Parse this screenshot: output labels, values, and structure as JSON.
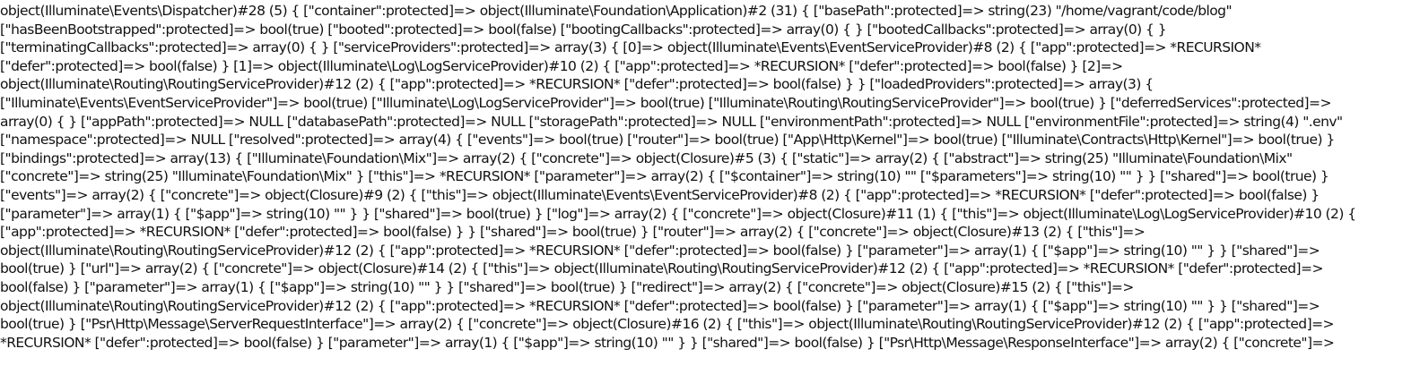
{
  "dump": {
    "lines": [
      "object(Illuminate\\Events\\Dispatcher)#28 (5) { [\"container\":protected]=> object(Illuminate\\Foundation\\Application)#2 (31) { [\"basePath\":protected]=> string(23) \"/home/vagrant/code/blog\"",
      "[\"hasBeenBootstrapped\":protected]=> bool(true) [\"booted\":protected]=> bool(false) [\"bootingCallbacks\":protected]=> array(0) { } [\"bootedCallbacks\":protected]=> array(0) { }",
      "[\"terminatingCallbacks\":protected]=> array(0) { } [\"serviceProviders\":protected]=> array(3) { [0]=> object(Illuminate\\Events\\EventServiceProvider)#8 (2) { [\"app\":protected]=> *RECURSION*",
      "[\"defer\":protected]=> bool(false) } [1]=> object(Illuminate\\Log\\LogServiceProvider)#10 (2) { [\"app\":protected]=> *RECURSION* [\"defer\":protected]=> bool(false) } [2]=>",
      "object(Illuminate\\Routing\\RoutingServiceProvider)#12 (2) { [\"app\":protected]=> *RECURSION* [\"defer\":protected]=> bool(false) } } [\"loadedProviders\":protected]=> array(3) {",
      "[\"Illuminate\\Events\\EventServiceProvider\"]=> bool(true) [\"Illuminate\\Log\\LogServiceProvider\"]=> bool(true) [\"Illuminate\\Routing\\RoutingServiceProvider\"]=> bool(true) } [\"deferredServices\":protected]=>",
      "array(0) { } [\"appPath\":protected]=> NULL [\"databasePath\":protected]=> NULL [\"storagePath\":protected]=> NULL [\"environmentPath\":protected]=> NULL [\"environmentFile\":protected]=> string(4) \".env\"",
      "[\"namespace\":protected]=> NULL [\"resolved\":protected]=> array(4) { [\"events\"]=> bool(true) [\"router\"]=> bool(true) [\"App\\Http\\Kernel\"]=> bool(true) [\"Illuminate\\Contracts\\Http\\Kernel\"]=> bool(true) }",
      "[\"bindings\":protected]=> array(13) { [\"Illuminate\\Foundation\\Mix\"]=> array(2) { [\"concrete\"]=> object(Closure)#5 (3) { [\"static\"]=> array(2) { [\"abstract\"]=> string(25) \"Illuminate\\Foundation\\Mix\"",
      "[\"concrete\"]=> string(25) \"Illuminate\\Foundation\\Mix\" } [\"this\"]=> *RECURSION* [\"parameter\"]=> array(2) { [\"$container\"]=> string(10) \"\" [\"$parameters\"]=> string(10) \"\" } } [\"shared\"]=> bool(true) }",
      "[\"events\"]=> array(2) { [\"concrete\"]=> object(Closure)#9 (2) { [\"this\"]=> object(Illuminate\\Events\\EventServiceProvider)#8 (2) { [\"app\":protected]=> *RECURSION* [\"defer\":protected]=> bool(false) }",
      "[\"parameter\"]=> array(1) { [\"$app\"]=> string(10) \"\" } } [\"shared\"]=> bool(true) } [\"log\"]=> array(2) { [\"concrete\"]=> object(Closure)#11 (1) { [\"this\"]=> object(Illuminate\\Log\\LogServiceProvider)#10 (2) {",
      "[\"app\":protected]=> *RECURSION* [\"defer\":protected]=> bool(false) } } [\"shared\"]=> bool(true) } [\"router\"]=> array(2) { [\"concrete\"]=> object(Closure)#13 (2) { [\"this\"]=>",
      "object(Illuminate\\Routing\\RoutingServiceProvider)#12 (2) { [\"app\":protected]=> *RECURSION* [\"defer\":protected]=> bool(false) } [\"parameter\"]=> array(1) { [\"$app\"]=> string(10) \"\" } } [\"shared\"]=>",
      "bool(true) } [\"url\"]=> array(2) { [\"concrete\"]=> object(Closure)#14 (2) { [\"this\"]=> object(Illuminate\\Routing\\RoutingServiceProvider)#12 (2) { [\"app\":protected]=> *RECURSION* [\"defer\":protected]=>",
      "bool(false) } [\"parameter\"]=> array(1) { [\"$app\"]=> string(10) \"\" } } [\"shared\"]=> bool(true) } [\"redirect\"]=> array(2) { [\"concrete\"]=> object(Closure)#15 (2) { [\"this\"]=>",
      "object(Illuminate\\Routing\\RoutingServiceProvider)#12 (2) { [\"app\":protected]=> *RECURSION* [\"defer\":protected]=> bool(false) } [\"parameter\"]=> array(1) { [\"$app\"]=> string(10) \"\" } } [\"shared\"]=>",
      "bool(true) } [\"Psr\\Http\\Message\\ServerRequestInterface\"]=> array(2) { [\"concrete\"]=> object(Closure)#16 (2) { [\"this\"]=> object(Illuminate\\Routing\\RoutingServiceProvider)#12 (2) { [\"app\":protected]=>",
      "*RECURSION* [\"defer\":protected]=> bool(false) } [\"parameter\"]=> array(1) { [\"$app\"]=> string(10) \"\" } } [\"shared\"]=> bool(false) } [\"Psr\\Http\\Message\\ResponseInterface\"]=> array(2) { [\"concrete\"]=>"
    ]
  }
}
